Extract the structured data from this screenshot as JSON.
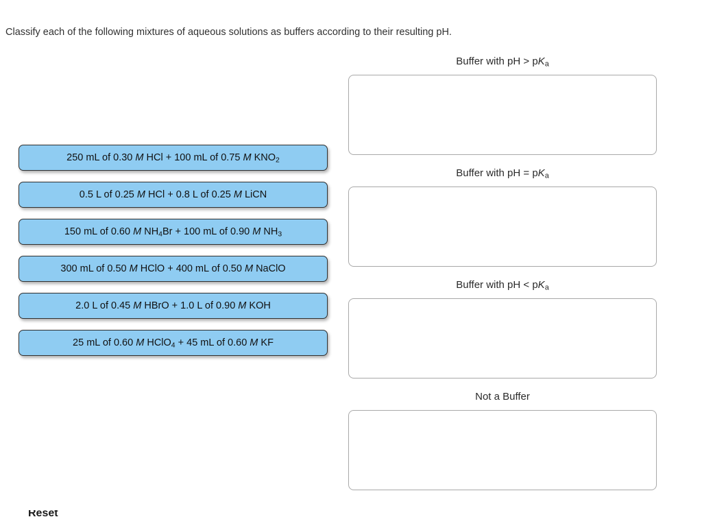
{
  "prompt": {
    "text": "Classify each of the following mixtures of aqueous solutions as buffers according to their resulting pH."
  },
  "bank": {
    "items": [
      {
        "id": "item-1",
        "text": "250 mL of 0.30 M HCl + 100 mL of 0.75 M KNO2",
        "html": "250 mL of 0.30 <i>M</i> HCl + 100 mL of 0.75 <i>M</i> KNO<sub>2</sub>"
      },
      {
        "id": "item-2",
        "text": "0.5 L of 0.25 M HCl + 0.8 L of 0.25 M LiCN",
        "html": "0.5 L of 0.25 <i>M</i> HCl + 0.8 L of 0.25 <i>M</i> LiCN"
      },
      {
        "id": "item-3",
        "text": "150 mL of 0.60 M NH4Br + 100 mL of 0.90 M NH3",
        "html": "150 mL of 0.60 <i>M</i> NH<sub>4</sub>Br + 100 mL of 0.90 <i>M</i> NH<sub>3</sub>"
      },
      {
        "id": "item-4",
        "text": "300 mL of 0.50 M HClO + 400 mL of 0.50 M NaClO",
        "html": "300 mL of 0.50 <i>M</i> HClO + 400 mL of 0.50 <i>M</i> NaClO"
      },
      {
        "id": "item-5",
        "text": "2.0 L of 0.45 M HBrO + 1.0 L of 0.90 M KOH",
        "html": "2.0 L of 0.45 <i>M</i> HBrO + 1.0 L of 0.90 <i>M</i> KOH"
      },
      {
        "id": "item-6",
        "text": "25 mL of 0.60 M HClO4 + 45 mL of 0.60 M KF",
        "html": "25 mL of 0.60 <i>M</i> HClO<sub>4</sub> + 45 mL of 0.60 <i>M</i> KF"
      }
    ]
  },
  "targets": {
    "groups": [
      {
        "id": "zone-ph-gt-pka",
        "label": "Buffer with pH > pKa",
        "html": "Buffer with pH &gt; p<span class=\"ka\">K</span><sub>a</sub>",
        "items": []
      },
      {
        "id": "zone-ph-eq-pka",
        "label": "Buffer with pH = pKa",
        "html": "Buffer with pH = p<span class=\"ka\">K</span><sub>a</sub>",
        "items": []
      },
      {
        "id": "zone-ph-lt-pka",
        "label": "Buffer with pH < pKa",
        "html": "Buffer with pH &lt; p<span class=\"ka\">K</span><sub>a</sub>",
        "items": []
      },
      {
        "id": "zone-not-a-buffer",
        "label": "Not a Buffer",
        "html": "Not a Buffer",
        "items": []
      }
    ]
  },
  "footer": {
    "reset_label": "Reset"
  },
  "colors": {
    "chip_fill": "#8fccf2",
    "chip_border": "#2f2f2f",
    "dropzone_border": "#a8a8a8",
    "text": "#222222",
    "page_background": "#ffffff"
  }
}
